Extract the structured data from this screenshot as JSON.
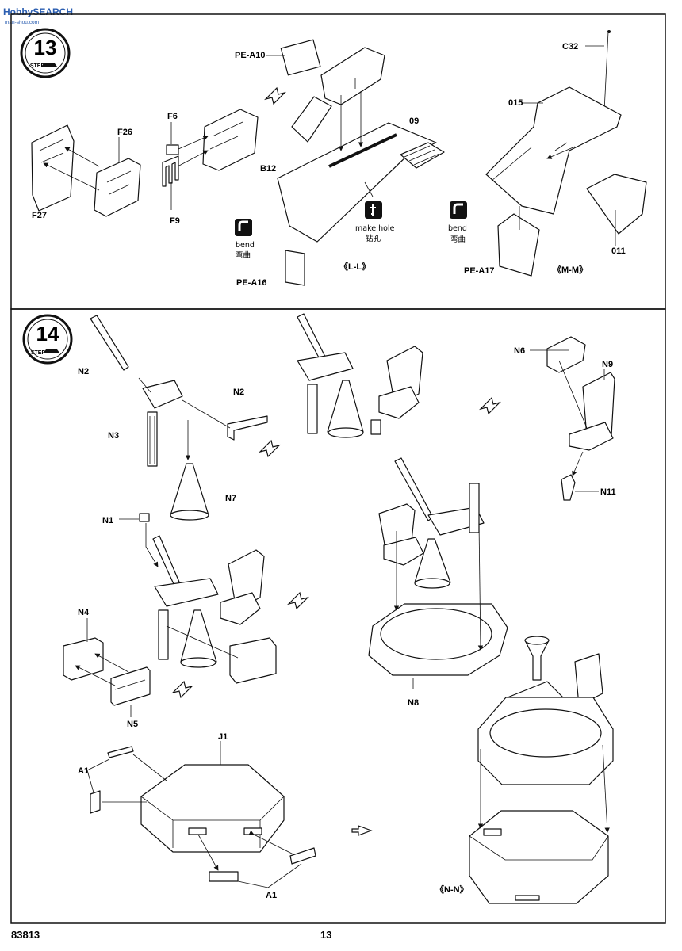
{
  "watermark": {
    "brand": "HobbySEARCH",
    "site": "man-shou.com"
  },
  "steps": [
    {
      "number": "13",
      "caption": "STEP",
      "parts": [
        "PE-A10",
        "F26",
        "F6",
        "F27",
        "F9",
        "B12",
        "09",
        "C32",
        "015",
        "011",
        "PE-A16",
        "PE-A17"
      ],
      "icons": [
        {
          "en": "bend",
          "zh": "弯曲"
        },
        {
          "en": "make hole",
          "zh": "钻孔"
        },
        {
          "en": "bend",
          "zh": "弯曲"
        }
      ],
      "sections": [
        "《L-L》",
        "《M-M》"
      ]
    },
    {
      "number": "14",
      "caption": "STEP",
      "parts": [
        "N2",
        "N2",
        "N3",
        "N7",
        "N6",
        "N9",
        "N11",
        "N1",
        "N4",
        "N5",
        "N8",
        "J1",
        "A1",
        "A1"
      ],
      "sections": [
        "《N-N》"
      ]
    }
  ],
  "footer": {
    "catalog_number": "83813",
    "page_number": "13"
  }
}
